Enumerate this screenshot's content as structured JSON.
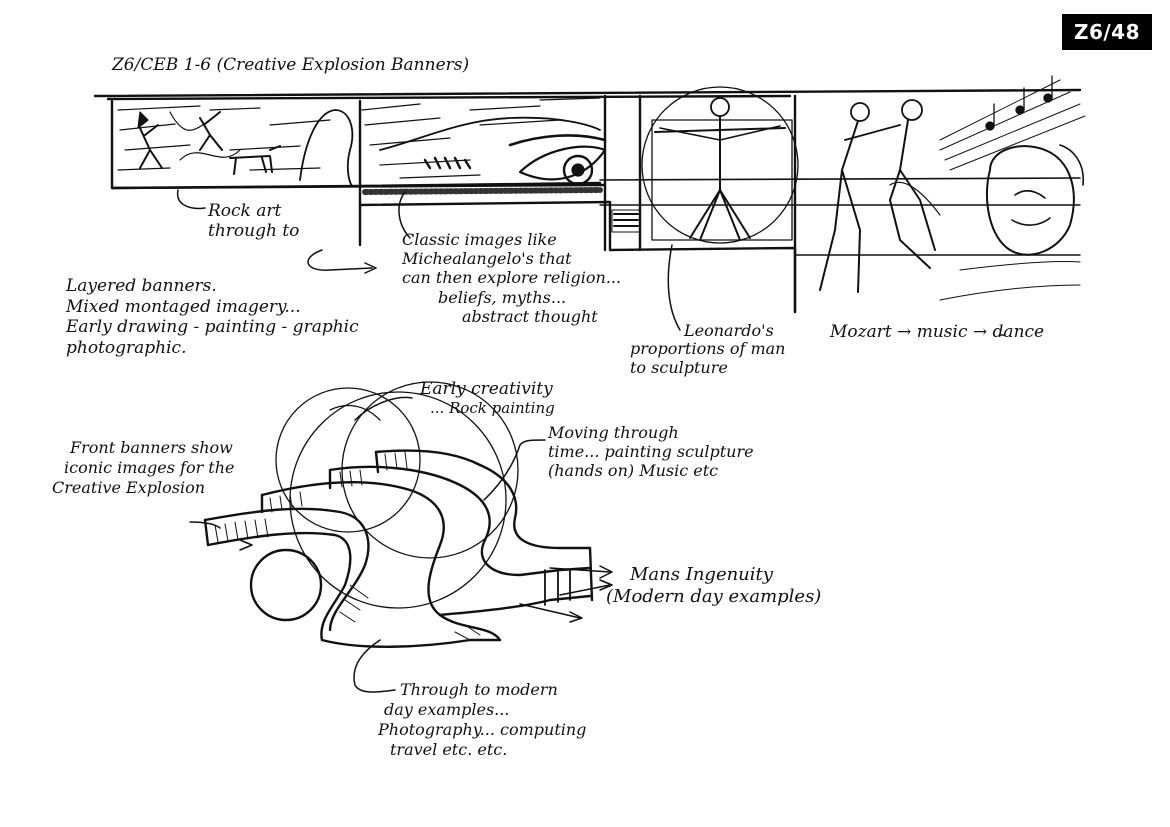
{
  "page_code": "Z6/48",
  "header": {
    "title": "Z6/CEB 1-6 (Creative Explosion Banners)"
  },
  "banner_annotations": {
    "rock_art": [
      "Rock art",
      "through to"
    ],
    "classic_images": [
      "Classic images like",
      "Michealangelo's that",
      "can then explore religion...",
      "beliefs, myths...",
      "abstract thought"
    ],
    "leonardo": [
      "Leonardo's",
      "proportions of man",
      "to sculpture"
    ],
    "mozart": "Mozart → music → dance",
    "layered": [
      "Layered banners.",
      "Mixed montaged imagery...",
      "Early drawing - painting - graphic",
      "photographic."
    ]
  },
  "sculpture_annotations": {
    "early_creativity": [
      "Early creativity",
      "... Rock painting"
    ],
    "moving_through_time": [
      "Moving through",
      "time... painting sculpture",
      "(hands on) Music etc"
    ],
    "front_banners": [
      "Front banners show",
      "iconic images for the",
      "Creative Explosion"
    ],
    "mans_ingenuity": [
      "Mans Ingenuity",
      "(Modern day examples)"
    ],
    "modern_day": [
      "Through to modern",
      "day examples...",
      "Photography... computing",
      "travel etc. etc."
    ]
  }
}
